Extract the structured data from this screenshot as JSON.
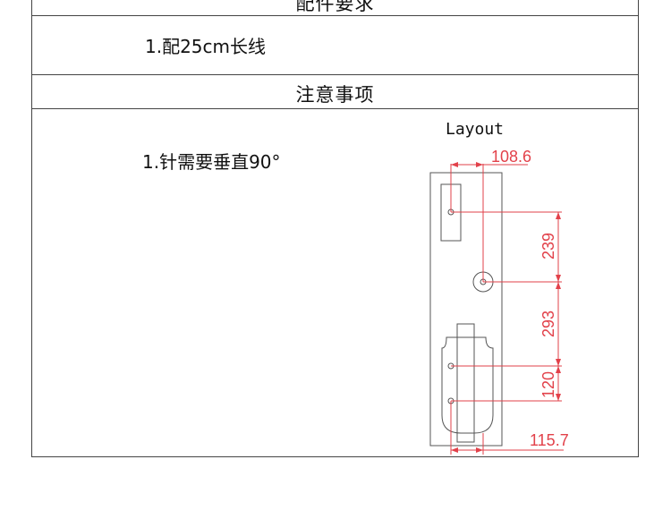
{
  "sections": {
    "accessories": {
      "title": "配件要求",
      "items": [
        "1.配25cm长线"
      ]
    },
    "notes": {
      "title": "注意事项",
      "items": [
        "1.针需要垂直90°"
      ]
    }
  },
  "layout": {
    "label": "Layout",
    "dimensions": {
      "top_width": "108.6",
      "upper_spacing": "239",
      "middle_spacing": "293",
      "lower_spacing": "120",
      "bottom_width": "115.7"
    },
    "colors": {
      "outline": "#555555",
      "dimension": "#e2414a"
    }
  }
}
